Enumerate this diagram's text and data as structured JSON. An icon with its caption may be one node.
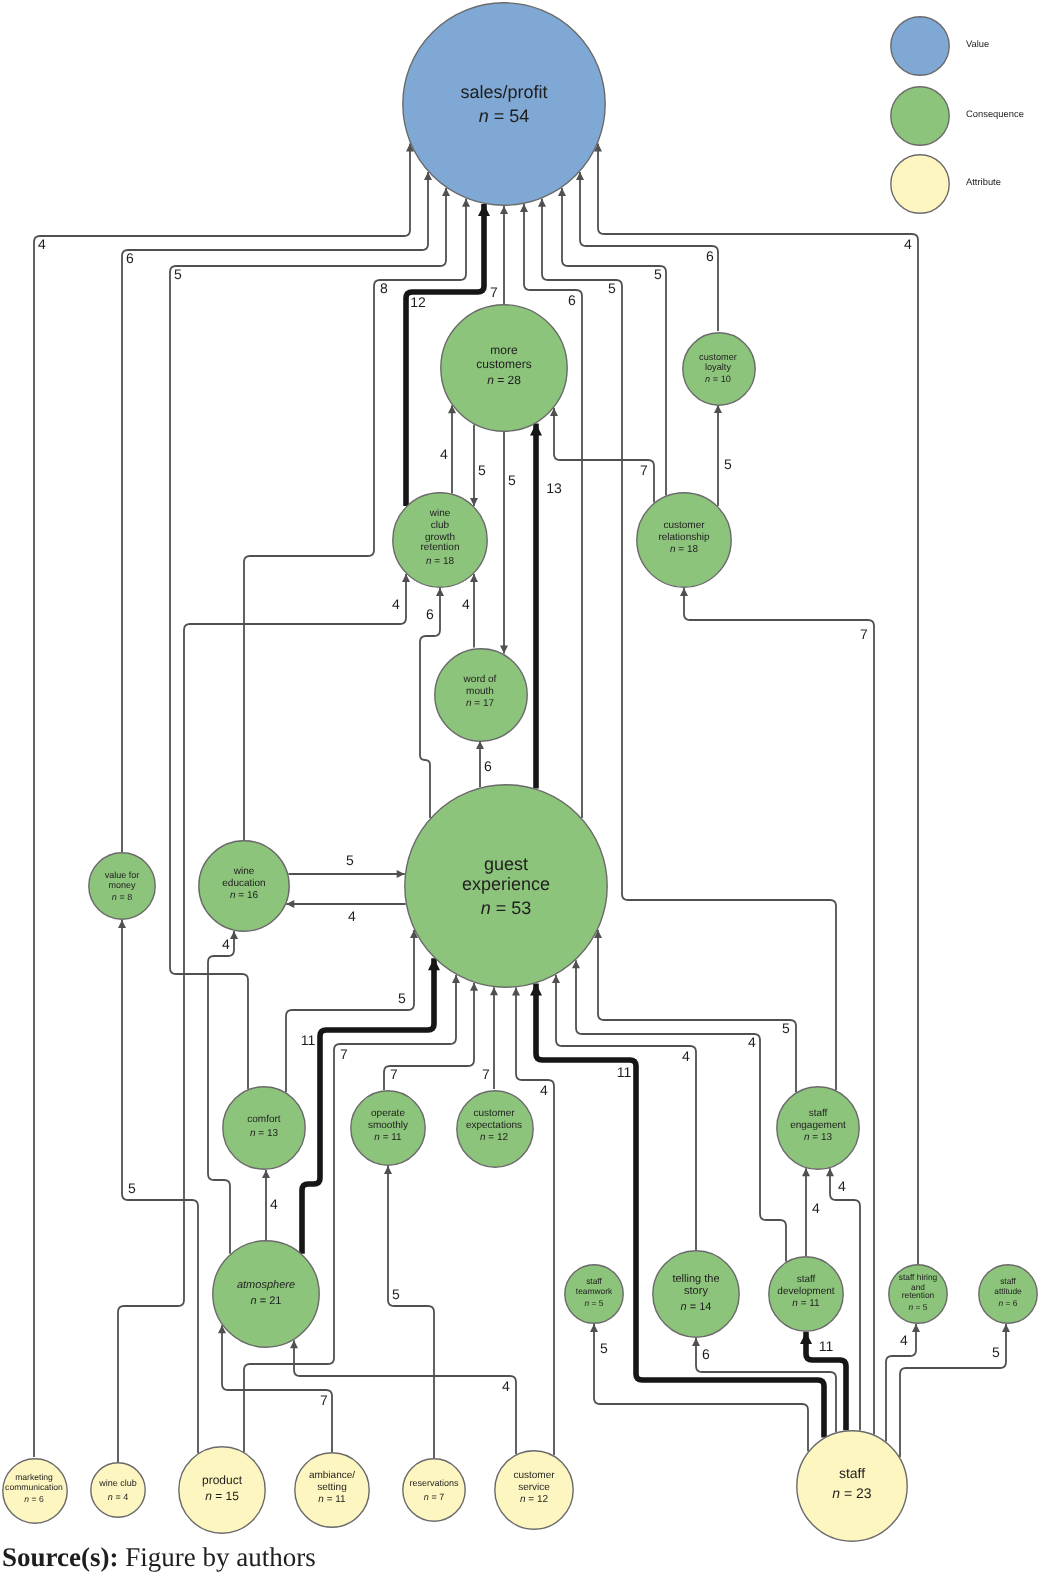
{
  "diagram": {
    "caption": "**Source(s):** Figure by authors",
    "nodes": [
      {
        "text": [
          "sales/profit",
          "*n* = 54"
        ]
      },
      {
        "text": [
          "more customers",
          "*n* = 28"
        ]
      },
      {
        "text": [
          "customer loyalty",
          "*n* = 10"
        ]
      },
      {
        "text": [
          "wine club growth retention",
          "*n* = 18"
        ]
      },
      {
        "text": [
          "customer relationship",
          "*n* = 18"
        ]
      },
      {
        "text": [
          "word of mouth",
          "*n* = 17"
        ]
      },
      {
        "text": [
          "value for money",
          "*n* = 8"
        ]
      },
      {
        "text": [
          "wine education",
          "*n* = 16"
        ]
      },
      {
        "text": [
          "guest experience",
          "*n* = 53"
        ]
      },
      {
        "text": [
          "comfort",
          "*n* = 13"
        ]
      },
      {
        "text": [
          "operate smoothly",
          "*n* = 11"
        ]
      },
      {
        "text": [
          "customer expectations",
          "*n* = 12"
        ]
      },
      {
        "text": [
          "staff engagement",
          "*n* = 13"
        ]
      },
      {
        "text": [
          "atmosphere",
          "*n* = 21"
        ]
      },
      {
        "text": [
          "staff teamwork",
          "*n* = 5"
        ]
      },
      {
        "text": [
          "telling the story",
          "*n* = 14"
        ]
      },
      {
        "text": [
          "staff development",
          "*n* = 11"
        ]
      },
      {
        "text": [
          "staff hiring and retention",
          "*n* = 5"
        ]
      },
      {
        "text": [
          "staff attitude",
          "*n* = 6"
        ]
      },
      {
        "text": [
          "marketing communication",
          "*n* = 6"
        ]
      },
      {
        "text": [
          "wine club",
          "*n* = 4"
        ]
      },
      {
        "text": [
          "product",
          "*n* = 15"
        ]
      },
      {
        "text": [
          "ambiance/ setting",
          "*n* = 11"
        ]
      },
      {
        "text": [
          "reservations",
          "*n* = 7"
        ]
      },
      {
        "text": [
          "customer service",
          "*n* = 12"
        ]
      },
      {
        "text": [
          "staff",
          "*n* = 23"
        ]
      }
    ],
    "edges": [
      {
        "from": 19,
        "to": 0,
        "arrow": "to",
        "label": "4"
      },
      {
        "from": 6,
        "to": 0,
        "arrow": "to",
        "label": "6"
      },
      {
        "from": 9,
        "to": 0,
        "arrow": "to",
        "label": "5"
      },
      {
        "from": 7,
        "to": 0,
        "arrow": "to",
        "label": "8"
      },
      {
        "from": 3,
        "to": 0,
        "arrow": "to",
        "label": "12",
        "style": "thick"
      },
      {
        "from": 1,
        "to": 0,
        "arrow": "to",
        "label": "7"
      },
      {
        "from": 8,
        "to": 0,
        "arrow": "to",
        "label": "6"
      },
      {
        "from": 12,
        "to": 0,
        "arrow": "to",
        "label": "5"
      },
      {
        "from": 4,
        "to": 0,
        "arrow": "to",
        "label": "5"
      },
      {
        "from": 2,
        "to": 0,
        "arrow": "to",
        "label": "6"
      },
      {
        "from": 17,
        "to": 0,
        "arrow": "to",
        "label": "4"
      },
      {
        "from": 8,
        "to": 1,
        "arrow": "to",
        "label": "13",
        "style": "thick"
      },
      {
        "from": 3,
        "to": 1,
        "arrow": "to",
        "label": "4"
      },
      {
        "from": 4,
        "to": 1,
        "arrow": "to",
        "label": "7"
      },
      {
        "from": 1,
        "to": 3,
        "arrow": "to",
        "label": "5"
      },
      {
        "from": 1,
        "to": 5,
        "arrow": "to",
        "label": "5"
      },
      {
        "from": 5,
        "to": 3,
        "arrow": "to",
        "label": "4"
      },
      {
        "from": 8,
        "to": 3,
        "arrow": "to",
        "label": "6"
      },
      {
        "from": 20,
        "to": 3,
        "arrow": "to",
        "label": "4"
      },
      {
        "from": 8,
        "to": 5,
        "arrow": "to",
        "label": "6"
      },
      {
        "from": 4,
        "to": 2,
        "arrow": "to",
        "label": "5"
      },
      {
        "from": 25,
        "to": 4,
        "arrow": "to",
        "label": "7"
      },
      {
        "from": 7,
        "to": 8,
        "arrow": "to",
        "label": "5"
      },
      {
        "from": 8,
        "to": 7,
        "arrow": "to",
        "label": "4"
      },
      {
        "from": 21,
        "to": 6,
        "arrow": "to",
        "label": "5"
      },
      {
        "from": 13,
        "to": 7,
        "arrow": "to",
        "label": "4"
      },
      {
        "from": 13,
        "to": 9,
        "arrow": "to",
        "label": "4"
      },
      {
        "from": 23,
        "to": 10,
        "arrow": "to",
        "label": "5"
      },
      {
        "from": 22,
        "to": 13,
        "arrow": "to",
        "label": "7"
      },
      {
        "from": 24,
        "to": 13,
        "arrow": "to",
        "label": "4"
      },
      {
        "from": 9,
        "to": 8,
        "arrow": "to",
        "label": "5"
      },
      {
        "from": 13,
        "to": 8,
        "arrow": "to",
        "label": "11",
        "style": "thick"
      },
      {
        "from": 21,
        "to": 8,
        "arrow": "to",
        "label": "7"
      },
      {
        "from": 10,
        "to": 8,
        "arrow": "to",
        "label": "7"
      },
      {
        "from": 11,
        "to": 8,
        "arrow": "to",
        "label": "7"
      },
      {
        "from": 24,
        "to": 8,
        "arrow": "to",
        "label": "4"
      },
      {
        "from": 25,
        "to": 8,
        "arrow": "to",
        "label": "11",
        "style": "thick"
      },
      {
        "from": 15,
        "to": 8,
        "arrow": "to",
        "label": "4"
      },
      {
        "from": 16,
        "to": 8,
        "arrow": "to",
        "label": "4"
      },
      {
        "from": 12,
        "to": 8,
        "arrow": "to",
        "label": "5"
      },
      {
        "from": 16,
        "to": 12,
        "arrow": "to",
        "label": "4"
      },
      {
        "from": 25,
        "to": 12,
        "arrow": "to",
        "label": "4"
      },
      {
        "from": 25,
        "to": 14,
        "arrow": "to",
        "label": "5"
      },
      {
        "from": 25,
        "to": 15,
        "arrow": "to",
        "label": "6"
      },
      {
        "from": 25,
        "to": 16,
        "arrow": "to",
        "label": "11",
        "style": "thick"
      },
      {
        "from": 25,
        "to": 17,
        "arrow": "to",
        "label": "4"
      },
      {
        "from": 25,
        "to": 18,
        "arrow": "to",
        "label": "5"
      }
    ],
    "legend": [
      {
        "text": "Value",
        "color": "#7fa8d4"
      },
      {
        "text": "Consequence",
        "color": "#8dc47b"
      },
      {
        "text": "Attribute",
        "color": "#fdf6c1"
      }
    ]
  }
}
